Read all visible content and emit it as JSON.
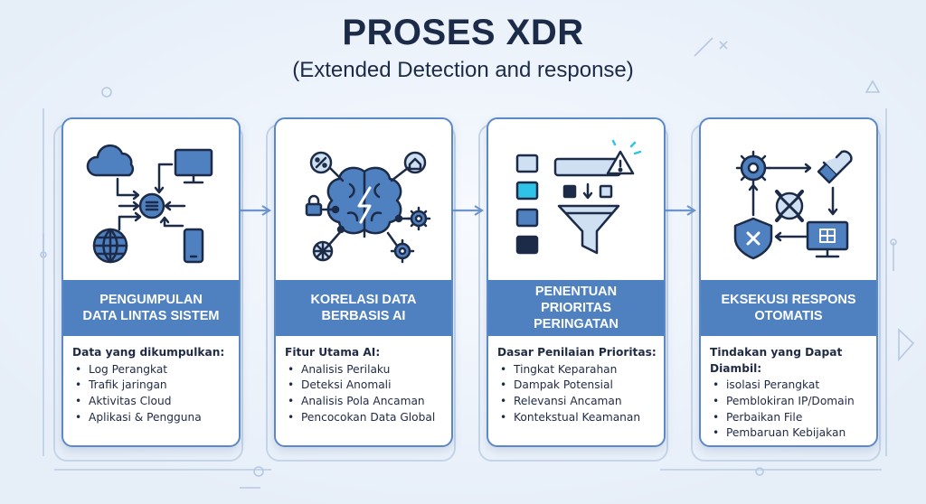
{
  "title": "PROSES XDR",
  "subtitle": "(Extended Detection and response)",
  "cards": [
    {
      "heading": "PENGUMPULAN\nDATA LINTAS SISTEM",
      "subheading": "Data yang dikumpulkan:",
      "items": [
        "Log Perangkat",
        "Trafik jaringan",
        "Aktivitas Cloud",
        "Aplikasi & Pengguna"
      ]
    },
    {
      "heading": "KORELASI DATA\nBERBASIS AI",
      "subheading": "Fitur Utama AI:",
      "items": [
        "Analisis Perilaku",
        "Deteksi Anomali",
        "Analisis Pola Ancaman",
        "Pencocokan Data Global"
      ]
    },
    {
      "heading": "PENENTUAN\nPRIORITAS\nPERINGATAN",
      "subheading": "Dasar Penilaian Prioritas:",
      "items": [
        "Tingkat Keparahan",
        "Dampak Potensial",
        "Relevansi Ancaman",
        "Kontekstual Keamanan"
      ]
    },
    {
      "heading": "EKSEKUSI RESPONS\nOTOMATIS",
      "subheading": "Tindakan yang Dapat Diambil:",
      "items": [
        "isolasi Perangkat",
        "Pemblokiran IP/Domain",
        "Perbaikan File",
        "Pembaruan Kebijakan"
      ]
    }
  ],
  "colors": {
    "accent": "#4f80c0",
    "dark": "#1c2b47",
    "cyan": "#2fc3e8",
    "light": "#cfe0f3"
  }
}
